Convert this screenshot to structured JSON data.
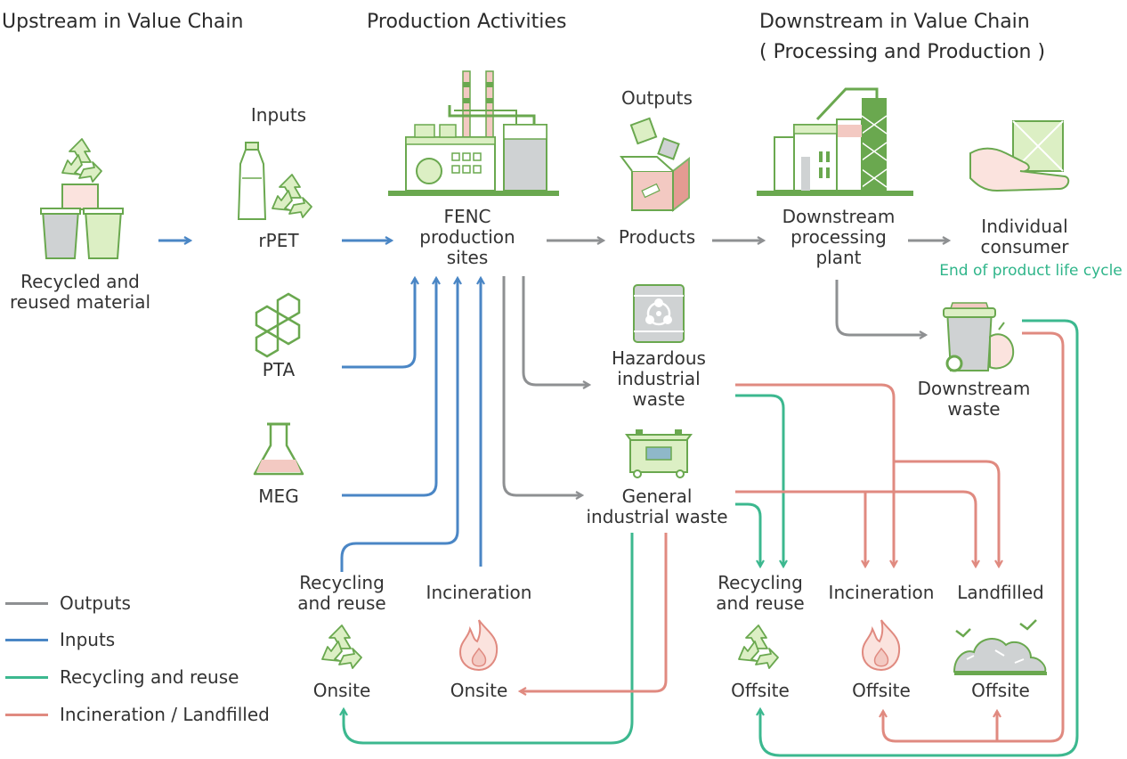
{
  "headers": {
    "upstream": "Upstream in Value Chain",
    "production": "Production Activities",
    "downstream": "Downstream in Value Chain",
    "downstream_sub": "( Processing and Production )"
  },
  "labels": {
    "recycled_material": [
      "Recycled and",
      "reused material"
    ],
    "inputs": "Inputs",
    "rpet": "rPET",
    "pta": "PTA",
    "meg": "MEG",
    "fenc_sites": [
      "FENC",
      "production",
      "sites"
    ],
    "outputs": "Outputs",
    "products": "Products",
    "downstream_plant": [
      "Downstream",
      "processing",
      "plant"
    ],
    "consumer": [
      "Individual",
      "consumer"
    ],
    "end_of_life": "End of product life cycle",
    "hazardous_waste": [
      "Hazardous",
      "industrial",
      "waste"
    ],
    "general_waste": [
      "General",
      "industrial waste"
    ],
    "downstream_waste": [
      "Downstream",
      "waste"
    ],
    "recycling_onsite": [
      "Recycling",
      "and reuse"
    ],
    "recycling_onsite_loc": "Onsite",
    "incineration_onsite": "Incineration",
    "incineration_onsite_loc": "Onsite",
    "recycling_offsite": [
      "Recycling",
      "and reuse"
    ],
    "recycling_offsite_loc": "Offsite",
    "incineration_offsite": "Incineration",
    "incineration_offsite_loc": "Offsite",
    "landfilled": "Landfilled",
    "landfilled_loc": "Offsite"
  },
  "legend": [
    {
      "label": "Outputs",
      "color": "#8e9092"
    },
    {
      "label": "Inputs",
      "color": "#4a86c5"
    },
    {
      "label": "Recycling and reuse",
      "color": "#3cb88f"
    },
    {
      "label": "Incineration / Landfilled",
      "color": "#e08a80"
    }
  ],
  "colors": {
    "outputs": "#8e9092",
    "inputs": "#4a86c5",
    "recycling": "#3cb88f",
    "incineration": "#e08a80",
    "icon_green": "#6aa84f",
    "icon_light_green": "#dcefc4",
    "icon_pink": "#f3c9c2",
    "icon_grey": "#cfd2d3"
  },
  "icons": [
    "recycle-icon",
    "cups-icon",
    "bottle-icon",
    "hexagon-molecule-icon",
    "flask-icon",
    "factory-icon",
    "box-icon",
    "biohazard-barrel-icon",
    "dumpster-icon",
    "plant-icon",
    "hand-package-icon",
    "trash-bin-icon",
    "flame-icon",
    "landfill-icon"
  ]
}
